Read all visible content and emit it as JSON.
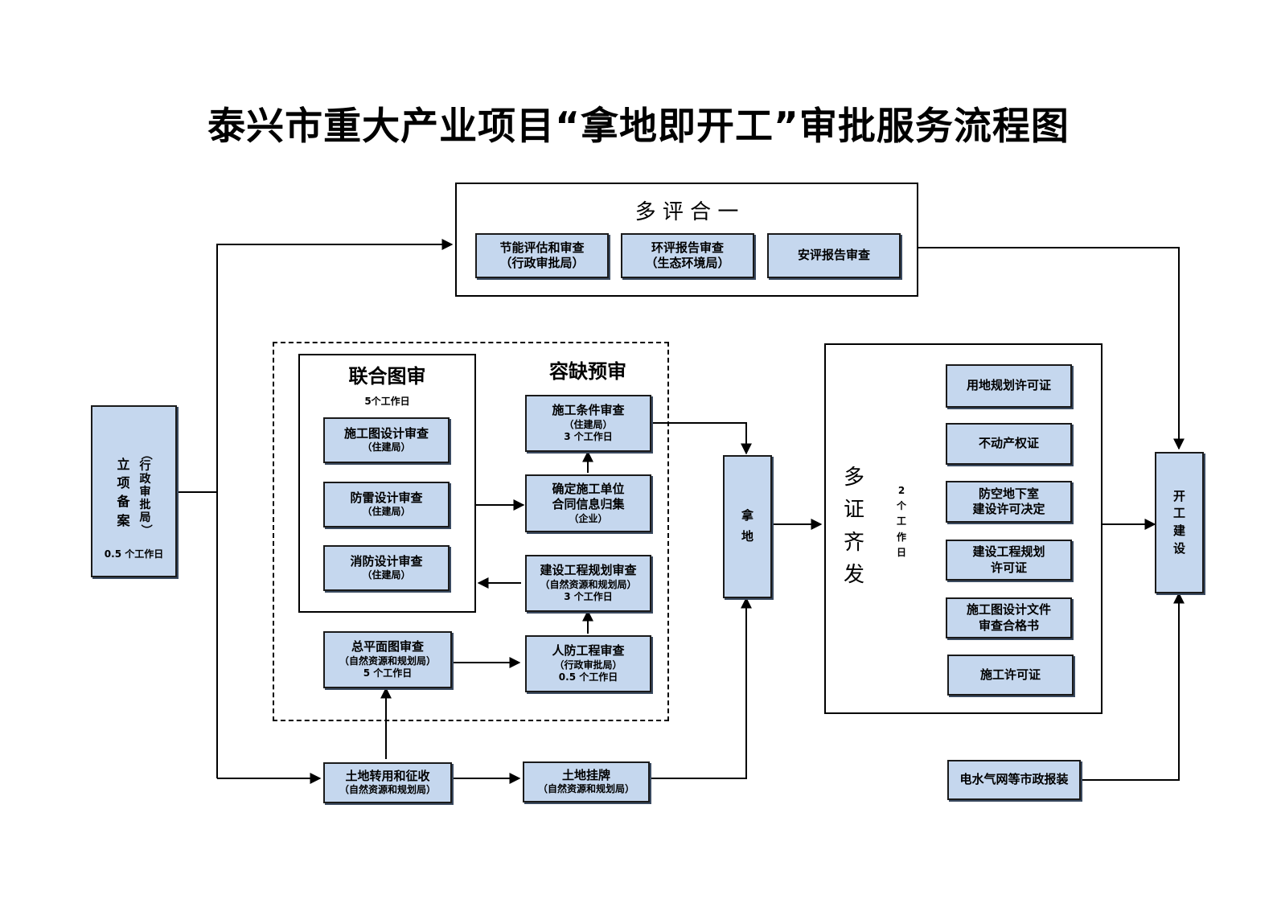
{
  "title": "泰兴市重大产业项目“拿地即开工”审批服务流程图",
  "group_duoping": {
    "title": "多 评 合 一"
  },
  "group_lianhe": {
    "title": "联合图审",
    "days": "5个工作日"
  },
  "group_rongque": {
    "title": "容缺预审"
  },
  "group_duozheng": {
    "title_chars": [
      "多",
      "证",
      "齐",
      "发"
    ],
    "days_chars": [
      "2",
      "个",
      "工",
      "作",
      "日"
    ]
  },
  "lixiang": {
    "chars": [
      "立",
      "项",
      "备",
      "案"
    ],
    "sub_chars": [
      "（",
      "行",
      "政",
      "审",
      "批",
      "局",
      "）"
    ],
    "days": "0.5 个工作日"
  },
  "ping_boxes": [
    {
      "title": "节能评估和审查",
      "sub": "（行政审批局）"
    },
    {
      "title": "环评报告审查",
      "sub": "（生态环境局）"
    },
    {
      "title": "安评报告审查",
      "sub": ""
    }
  ],
  "tushen_boxes": [
    {
      "title": "施工图设计审查",
      "sub": "（住建局）"
    },
    {
      "title": "防雷设计审查",
      "sub": "（住建局）"
    },
    {
      "title": "消防设计审查",
      "sub": "（住建局）"
    }
  ],
  "zongping": {
    "title": "总平面图审查",
    "sub": "（自然资源和规划局）",
    "days": "5 个工作日"
  },
  "rongque_boxes": {
    "shigong_tiaojian": {
      "title": "施工条件审查",
      "sub": "（住建局）",
      "days": "3 个工作日"
    },
    "queding": {
      "line1": "确定施工单位",
      "line2": "合同信息归集",
      "sub": "（企业）"
    },
    "jianshe_guihua": {
      "title": "建设工程规划审查",
      "sub": "（自然资源和规划局）",
      "days": "3 个工作日"
    },
    "renfang": {
      "title": "人防工程审查",
      "sub": "（行政审批局）",
      "days": "0.5 个工作日"
    }
  },
  "tudi_zhuanyong": {
    "title": "土地转用和征收",
    "sub": "（自然资源和规划局）"
  },
  "tudi_guapai": {
    "title": "土地挂牌",
    "sub": "（自然资源和规划局）"
  },
  "nadi": {
    "chars": [
      "拿",
      "地"
    ]
  },
  "certificates": [
    {
      "line1": "用地规划许可证",
      "line2": ""
    },
    {
      "line1": "不动产权证",
      "line2": ""
    },
    {
      "line1": "防空地下室",
      "line2": "建设许可决定"
    },
    {
      "line1": "建设工程规划",
      "line2": "许可证"
    },
    {
      "line1": "施工图设计文件",
      "line2": "审查合格书"
    },
    {
      "line1": "施工许可证",
      "line2": ""
    }
  ],
  "shizheng": {
    "title": "电水气网等市政报装"
  },
  "kaigong": {
    "chars": [
      "开",
      "工",
      "建",
      "设"
    ]
  },
  "colors": {
    "box_fill": "#c5d7ee",
    "stroke": "#000000"
  }
}
